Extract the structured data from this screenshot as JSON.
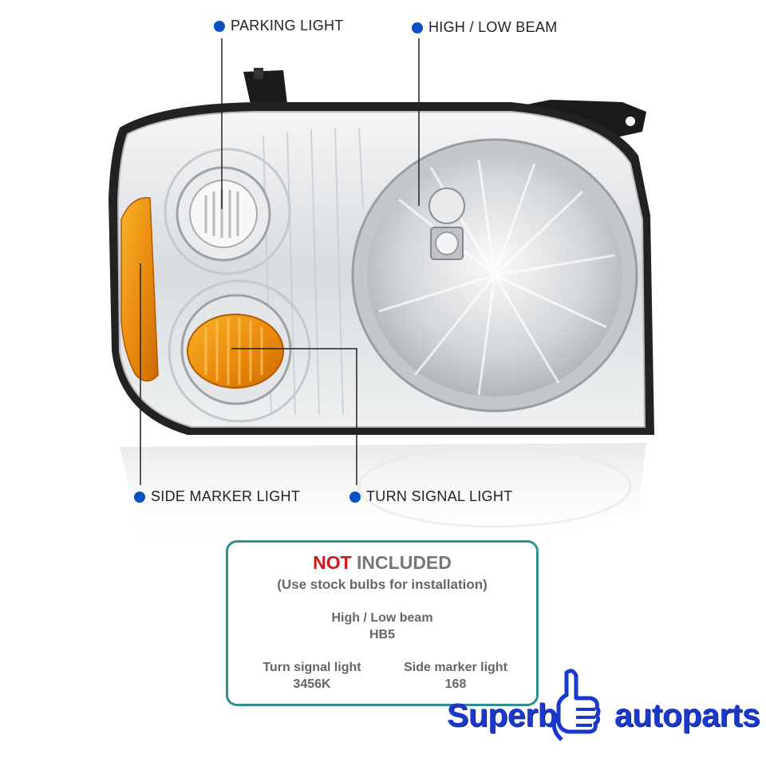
{
  "callouts": {
    "parking": "PARKING LIGHT",
    "beam": "HIGH / LOW BEAM",
    "side_marker": "SIDE MARKER LIGHT",
    "turn_signal": "TURN SIGNAL LIGHT"
  },
  "info": {
    "title_red": "NOT",
    "title_rest": " INCLUDED",
    "subtitle": "(Use stock bulbs for installation)",
    "bulbs": [
      {
        "name": "High / Low beam",
        "code": "HB5"
      },
      {
        "name": "Turn signal light",
        "code": "3456K"
      },
      {
        "name": "Side marker light",
        "code": "168"
      }
    ]
  },
  "brand": {
    "left": "Superb",
    "right": "autoparts"
  },
  "icons": [
    "bullet-dot-icon",
    "thumbs-up-icon"
  ],
  "colors": {
    "bullet": "#0b4fc4",
    "box_border": "#2f8f93",
    "not_red": "#cc1a1a",
    "brand_blue": "#1a38c9",
    "amber": "#f0920c"
  }
}
